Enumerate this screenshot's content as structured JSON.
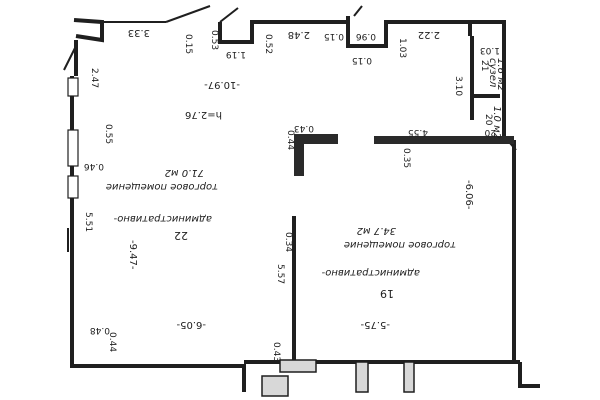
{
  "dimensions": {
    "d_333": "3.33",
    "d_015_top": "0.15",
    "d_053": "0.53",
    "d_119": "1.19",
    "d_052": "0.52",
    "d_248": "2.48",
    "d_015_mid": "0.15",
    "d_096": "0.96",
    "d_015_right": "0.15",
    "d_103_left": "1.03",
    "d_222": "2.22",
    "d_103_right": "1.03",
    "d_1097": "-10.97-",
    "d_h276": "h=2.76",
    "d_247": "2.47",
    "d_310": "3.10",
    "d_043": "0.43",
    "d_455": "4.55",
    "d_055": "0.55",
    "d_046": "0.46",
    "d_044_col": "0.44",
    "d_020": "20",
    "d_035": "0.35",
    "d_606": "-6.06-",
    "d_551": "5.51",
    "d_947": "-9.47-",
    "d_034": "0.34",
    "d_557": "5.57",
    "d_048": "0.48",
    "d_044_left": "0.44",
    "d_605": "-6.05-",
    "d_575": "-5.75-",
    "d_043_bottom": "0.43"
  },
  "rooms": {
    "r22": {
      "number": "22",
      "type_line1": "административно-",
      "type_line2": "торговое помещение",
      "area": "71.0 м2"
    },
    "r19": {
      "number": "19",
      "type_line1": "административно-",
      "type_line2": "торговое помещение",
      "area": "34.7 м2"
    },
    "r21": {
      "number": "21",
      "type_line1": "сузел",
      "area": "1.6 м2"
    },
    "r20": {
      "number": "20",
      "area": "1.0 м2"
    }
  }
}
